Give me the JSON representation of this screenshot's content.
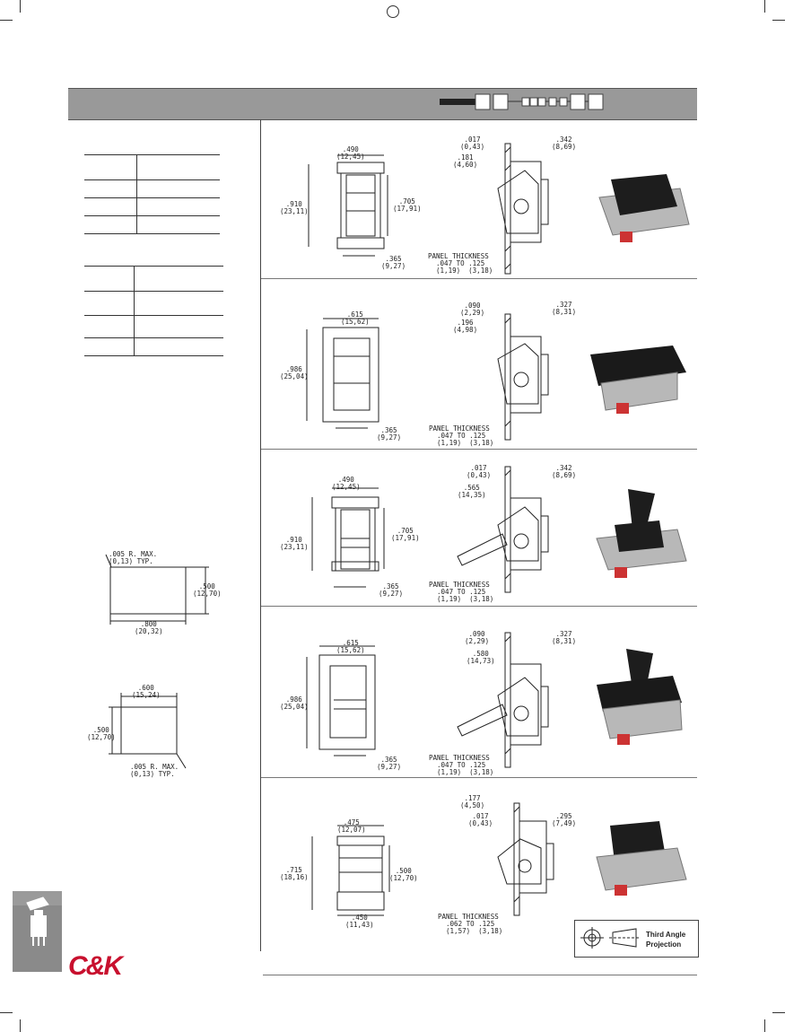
{
  "brand": {
    "logo_text": "C&K",
    "accent": "#c8102e"
  },
  "header": {
    "bar_color": "#999999",
    "code_boxes": 9
  },
  "tables": [
    {
      "rows": 4
    },
    {
      "rows": 4
    }
  ],
  "cutouts": {
    "cutout1": {
      "radius": ".005 R. MAX.\n(0,13) TYP.",
      "height": ".500\n(12,70)",
      "width": ".800\n(20,32)"
    },
    "cutout2": {
      "width": ".600\n(15,24)",
      "height": ".500\n(12,70)",
      "radius": ".005 R. MAX.\n(0,13) TYP."
    }
  },
  "rows": [
    {
      "front_width": ".490\n(12,45)",
      "front_height": ".910\n(23,11)",
      "front_inner": ".705\n(17,91)",
      "front_bottom": ".365\n(9,27)",
      "side_top": ".017\n(0,43)",
      "side_offset": ".181\n(4,60)",
      "side_right": ".342\n(8,69)",
      "panel": "PANEL THICKNESS\n  .047 TO .125\n  (1,19)  (3,18)"
    },
    {
      "front_width": ".615\n(15,62)",
      "front_height": ".986\n(25,04)",
      "front_bottom": ".365\n(9,27)",
      "side_top": ".090\n(2,29)",
      "side_offset": ".196\n(4,98)",
      "side_right": ".327\n(8,31)",
      "panel": "PANEL THICKNESS\n  .047 TO .125\n  (1,19)  (3,18)"
    },
    {
      "front_width": ".490\n(12,45)",
      "front_height": ".910\n(23,11)",
      "front_inner": ".705\n(17,91)",
      "front_bottom": ".365\n(9,27)",
      "side_top": ".017\n(0,43)",
      "side_offset": ".565\n(14,35)",
      "side_right": ".342\n(8,69)",
      "panel": "PANEL THICKNESS\n  .047 TO .125\n  (1,19)  (3,18)"
    },
    {
      "front_width": ".615\n(15,62)",
      "front_height": ".986\n(25,04)",
      "front_bottom": ".365\n(9,27)",
      "side_top": ".090\n(2,29)",
      "side_offset": ".580\n(14,73)",
      "side_right": ".327\n(8,31)",
      "panel": "PANEL THICKNESS\n  .047 TO .125\n  (1,19)  (3,18)"
    },
    {
      "front_width": ".475\n(12,07)",
      "front_height": ".715\n(18,16)",
      "front_inner": ".500\n(12,70)",
      "front_bottom": ".450\n(11,43)",
      "side_top": ".177\n(4,50)",
      "side_offset": ".017\n(0,43)",
      "side_right": ".295\n(7,49)",
      "panel": "PANEL THICKNESS\n  .062 TO .125\n  (1,57)  (3,18)"
    }
  ],
  "projection": {
    "label": "Third Angle\nProjection"
  }
}
